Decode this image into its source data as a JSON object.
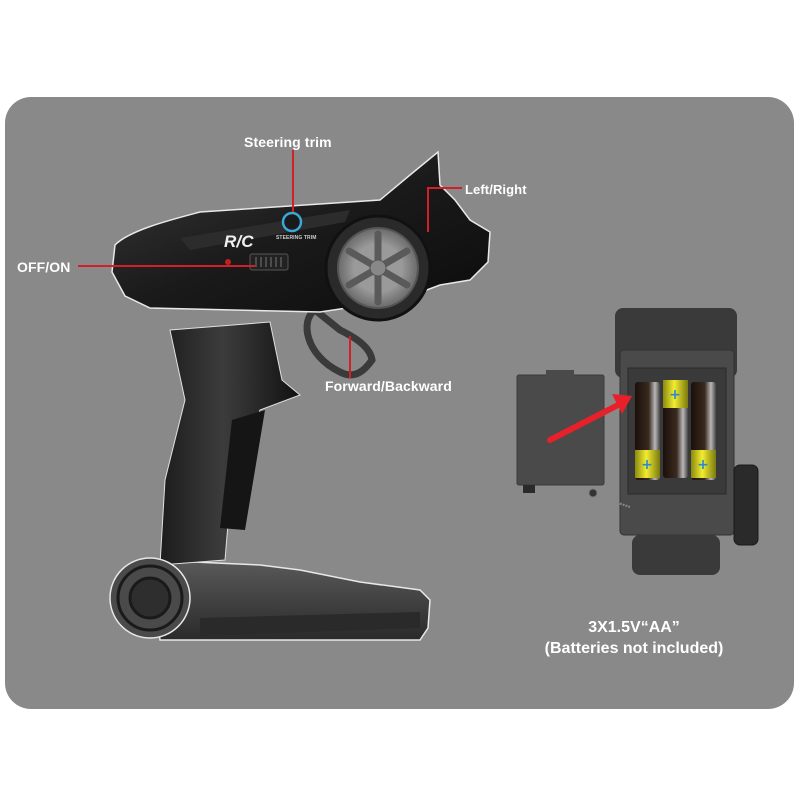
{
  "controller": {
    "brand_text": "R/C",
    "trim_text": "STEERING TRIM"
  },
  "callouts": {
    "steering_trim": "Steering trim",
    "left_right": "Left/Right",
    "off_on": "OFF/ON",
    "forward_backward": "Forward/Backward"
  },
  "battery": {
    "spec": "3X1.5V“AA”",
    "note": "(Batteries not included)",
    "count": 3,
    "plus_symbol": "+"
  },
  "colors": {
    "panel": "#898989",
    "callout_line": "#d0202a",
    "arrow": "#e8202a",
    "trim_ring": "#3aa8d8",
    "battery_cap": "#e8e020"
  }
}
